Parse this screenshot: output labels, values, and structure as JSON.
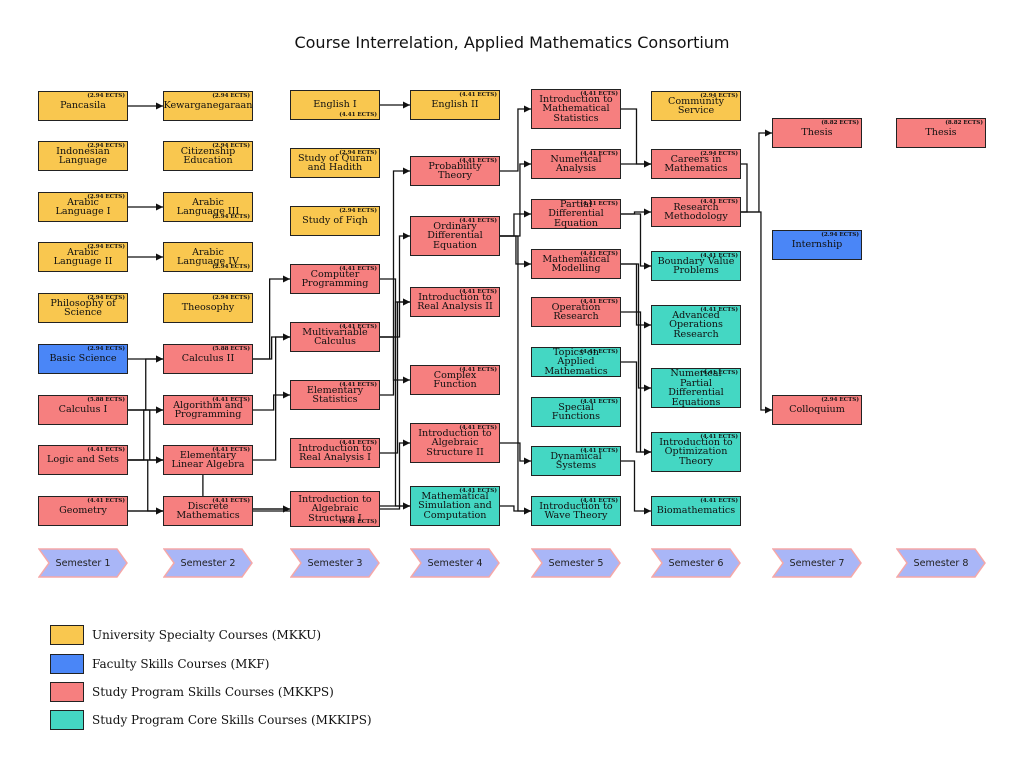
{
  "title": "Course Interrelation, Applied Mathematics Consortium",
  "colors": {
    "mkku": "#f9c74f",
    "mkf": "#4a86f7",
    "mkkps": "#f67f7f",
    "mkkips": "#44d7c3"
  },
  "legend": [
    {
      "key": "mkku",
      "label": "University Specialty Courses (MKKU)"
    },
    {
      "key": "mkf",
      "label": "Faculty Skills Courses (MKF)"
    },
    {
      "key": "mkkps",
      "label": "Study Program Skills Courses (MKKPS)"
    },
    {
      "key": "mkkips",
      "label": "Study Program Core Skills Courses (MKKIPS)"
    }
  ],
  "semesters": [
    "Semester 1",
    "Semester 2",
    "Semester 3",
    "Semester 4",
    "Semester 5",
    "Semester 6",
    "Semester 7",
    "Semester 8"
  ],
  "courses": [
    {
      "id": "pancasila",
      "name": "Pancasila",
      "ects": "(2.94 ECTS)",
      "cat": "mkku"
    },
    {
      "id": "kewarga",
      "name": "Kewarganegaraan",
      "ects": "(2.94 ECTS)",
      "cat": "mkku"
    },
    {
      "id": "indo",
      "name": "Indonesian Language",
      "ects": "(2.94 ECTS)",
      "cat": "mkku"
    },
    {
      "id": "citizen",
      "name": "Citizenship Education",
      "ects": "(2.94 ECTS)",
      "cat": "mkku"
    },
    {
      "id": "arab1",
      "name": "Arabic Language I",
      "ects": "(2.94 ECTS)",
      "cat": "mkku"
    },
    {
      "id": "arab3",
      "name": "Arabic Language III",
      "ects": "(2.94 ECTS)",
      "cat": "mkku"
    },
    {
      "id": "arab2",
      "name": "Arabic Language II",
      "ects": "(2.94 ECTS)",
      "cat": "mkku"
    },
    {
      "id": "arab4",
      "name": "Arabic Language IV",
      "ects": "(2.94 ECTS)",
      "cat": "mkku"
    },
    {
      "id": "philo",
      "name": "Philosophy of Science",
      "ects": "(2.94 ECTS)",
      "cat": "mkku"
    },
    {
      "id": "theo",
      "name": "Theosophy",
      "ects": "(2.94 ECTS)",
      "cat": "mkku"
    },
    {
      "id": "basic",
      "name": "Basic Science",
      "ects": "(2.94 ECTS)",
      "cat": "mkf"
    },
    {
      "id": "calc2",
      "name": "Calculus II",
      "ects": "(5.88 ECTS)",
      "cat": "mkkps"
    },
    {
      "id": "calc1",
      "name": "Calculus I",
      "ects": "(5.88 ECTS)",
      "cat": "mkkps"
    },
    {
      "id": "algo",
      "name": "Algorithm and Programming",
      "ects": "(4.41 ECTS)",
      "cat": "mkkps"
    },
    {
      "id": "logic",
      "name": "Logic and Sets",
      "ects": "(4.41 ECTS)",
      "cat": "mkkps"
    },
    {
      "id": "ela",
      "name": "Elementary Linear Algebra",
      "ects": "(4.41 ECTS)",
      "cat": "mkkps"
    },
    {
      "id": "geom",
      "name": "Geometry",
      "ects": "(4.41 ECTS)",
      "cat": "mkkps"
    },
    {
      "id": "discrete",
      "name": "Discrete Mathematics",
      "ects": "(4.41 ECTS)",
      "cat": "mkkps"
    },
    {
      "id": "eng1",
      "name": "English I",
      "ects": "(4.41 ECTS)",
      "cat": "mkku"
    },
    {
      "id": "quran",
      "name": "Study of Quran and Hadith",
      "ects": "(2.94 ECTS)",
      "cat": "mkku"
    },
    {
      "id": "fiqh",
      "name": "Study of Fiqh",
      "ects": "(2.94 ECTS)",
      "cat": "mkku"
    },
    {
      "id": "comp",
      "name": "Computer Programming",
      "ects": "(4.41 ECTS)",
      "cat": "mkkps"
    },
    {
      "id": "multi",
      "name": "Multivariable Calculus",
      "ects": "(4.41 ECTS)",
      "cat": "mkkps"
    },
    {
      "id": "estat",
      "name": "Elementary Statistics",
      "ects": "(4.41 ECTS)",
      "cat": "mkkps"
    },
    {
      "id": "ira1",
      "name": "Introduction to Real Analysis I",
      "ects": "(4.41 ECTS)",
      "cat": "mkkps"
    },
    {
      "id": "ias1",
      "name": "Introduction to Algebraic Structure I",
      "ects": "(4.41 ECTS)",
      "cat": "mkkps"
    },
    {
      "id": "eng2",
      "name": "English II",
      "ects": "(4.41 ECTS)",
      "cat": "mkku"
    },
    {
      "id": "prob",
      "name": "Probability Theory",
      "ects": "(4.41 ECTS)",
      "cat": "mkkps"
    },
    {
      "id": "ode",
      "name": "Ordinary Differential Equation",
      "ects": "(4.41 ECTS)",
      "cat": "mkkps"
    },
    {
      "id": "ira2",
      "name": "Introduction to Real Analysis II",
      "ects": "(4.41 ECTS)",
      "cat": "mkkps"
    },
    {
      "id": "complex",
      "name": "Complex Function",
      "ects": "(4.41 ECTS)",
      "cat": "mkkps"
    },
    {
      "id": "ias2",
      "name": "Introduction to Algebraic Structure II",
      "ects": "(4.41 ECTS)",
      "cat": "mkkps"
    },
    {
      "id": "msim",
      "name": "Mathematical Simulation and Computation",
      "ects": "(4.41 ECTS)",
      "cat": "mkkips"
    },
    {
      "id": "mstat",
      "name": "Introduction to Mathematical Statistics",
      "ects": "(4.41 ECTS)",
      "cat": "mkkps"
    },
    {
      "id": "numan",
      "name": "Numerical Analysis",
      "ects": "(4.41 ECTS)",
      "cat": "mkkps"
    },
    {
      "id": "pde",
      "name": "Partial Differential Equation",
      "ects": "(4.41 ECTS)",
      "cat": "mkkps"
    },
    {
      "id": "mmod",
      "name": "Mathematical Modelling",
      "ects": "(4.41 ECTS)",
      "cat": "mkkps"
    },
    {
      "id": "opres",
      "name": "Operation Research",
      "ects": "(4.41 ECTS)",
      "cat": "mkkps"
    },
    {
      "id": "topics",
      "name": "Topics on Applied Mathematics",
      "ects": "(4.41 ECTS)",
      "cat": "mkkips"
    },
    {
      "id": "special",
      "name": "Special Functions",
      "ects": "(4.41 ECTS)",
      "cat": "mkkips"
    },
    {
      "id": "dyn",
      "name": "Dynamical Systems",
      "ects": "(4.41 ECTS)",
      "cat": "mkkips"
    },
    {
      "id": "wave",
      "name": "Introduction to Wave Theory",
      "ects": "(4.41 ECTS)",
      "cat": "mkkips"
    },
    {
      "id": "community",
      "name": "Community Service",
      "ects": "(2.94 ECTS)",
      "cat": "mkku"
    },
    {
      "id": "careers",
      "name": "Careers in Mathematics",
      "ects": "(2.94 ECTS)",
      "cat": "mkkps"
    },
    {
      "id": "research",
      "name": "Research Methodology",
      "ects": "(4.41 ECTS)",
      "cat": "mkkps"
    },
    {
      "id": "bvp",
      "name": "Boundary Value Problems",
      "ects": "(4.41 ECTS)",
      "cat": "mkkips"
    },
    {
      "id": "aor",
      "name": "Advanced Operations Research",
      "ects": "(4.41 ECTS)",
      "cat": "mkkips"
    },
    {
      "id": "npde",
      "name": "Numerical Partial Differential Equations",
      "ects": "(4.41 ECTS)",
      "cat": "mkkips"
    },
    {
      "id": "iopt",
      "name": "Introduction to Optimization Theory",
      "ects": "(4.41 ECTS)",
      "cat": "mkkips"
    },
    {
      "id": "biomath",
      "name": "Biomathematics",
      "ects": "(4.41 ECTS)",
      "cat": "mkkips"
    },
    {
      "id": "thesis7",
      "name": "Thesis",
      "ects": "(8.82 ECTS)",
      "cat": "mkkps"
    },
    {
      "id": "intern",
      "name": "Internship",
      "ects": "(2.94 ECTS)",
      "cat": "mkf"
    },
    {
      "id": "colloq",
      "name": "Colloquium",
      "ects": "(2.94 ECTS)",
      "cat": "mkkps"
    },
    {
      "id": "thesis8",
      "name": "Thesis",
      "ects": "(8.82 ECTS)",
      "cat": "mkkps"
    }
  ],
  "links": [
    [
      "pancasila",
      "kewarga"
    ],
    [
      "arab1",
      "arab3"
    ],
    [
      "arab2",
      "arab4"
    ],
    [
      "eng1",
      "eng2"
    ],
    [
      "basic",
      "calc2"
    ],
    [
      "calc1",
      "calc2"
    ],
    [
      "calc1",
      "algo"
    ],
    [
      "calc1",
      "ela"
    ],
    [
      "logic",
      "algo"
    ],
    [
      "logic",
      "ela"
    ],
    [
      "logic",
      "discrete"
    ],
    [
      "geom",
      "discrete"
    ],
    [
      "calc2",
      "comp"
    ],
    [
      "calc2",
      "multi"
    ],
    [
      "algo",
      "estat"
    ],
    [
      "ela",
      "multi"
    ],
    [
      "discrete",
      "msim"
    ],
    [
      "logic",
      "ias1"
    ],
    [
      "geom",
      "ias1"
    ],
    [
      "multi",
      "ode"
    ],
    [
      "multi",
      "complex"
    ],
    [
      "multi",
      "ira2"
    ],
    [
      "ira1",
      "ira2"
    ],
    [
      "ias1",
      "ias2"
    ],
    [
      "estat",
      "prob"
    ],
    [
      "comp",
      "msim"
    ],
    [
      "prob",
      "mstat"
    ],
    [
      "ode",
      "numan"
    ],
    [
      "ode",
      "pde"
    ],
    [
      "ode",
      "mmod"
    ],
    [
      "ode",
      "wave"
    ],
    [
      "ias2",
      "dyn"
    ],
    [
      "msim",
      "wave"
    ],
    [
      "mstat",
      "careers"
    ],
    [
      "numan",
      "careers"
    ],
    [
      "pde",
      "bvp"
    ],
    [
      "pde",
      "research"
    ],
    [
      "mmod",
      "aor"
    ],
    [
      "mmod",
      "npde"
    ],
    [
      "opres",
      "iopt"
    ],
    [
      "dyn",
      "biomath"
    ],
    [
      "topics",
      "iopt"
    ],
    [
      "research",
      "thesis7"
    ],
    [
      "research",
      "colloq"
    ],
    [
      "careers",
      "research"
    ]
  ]
}
